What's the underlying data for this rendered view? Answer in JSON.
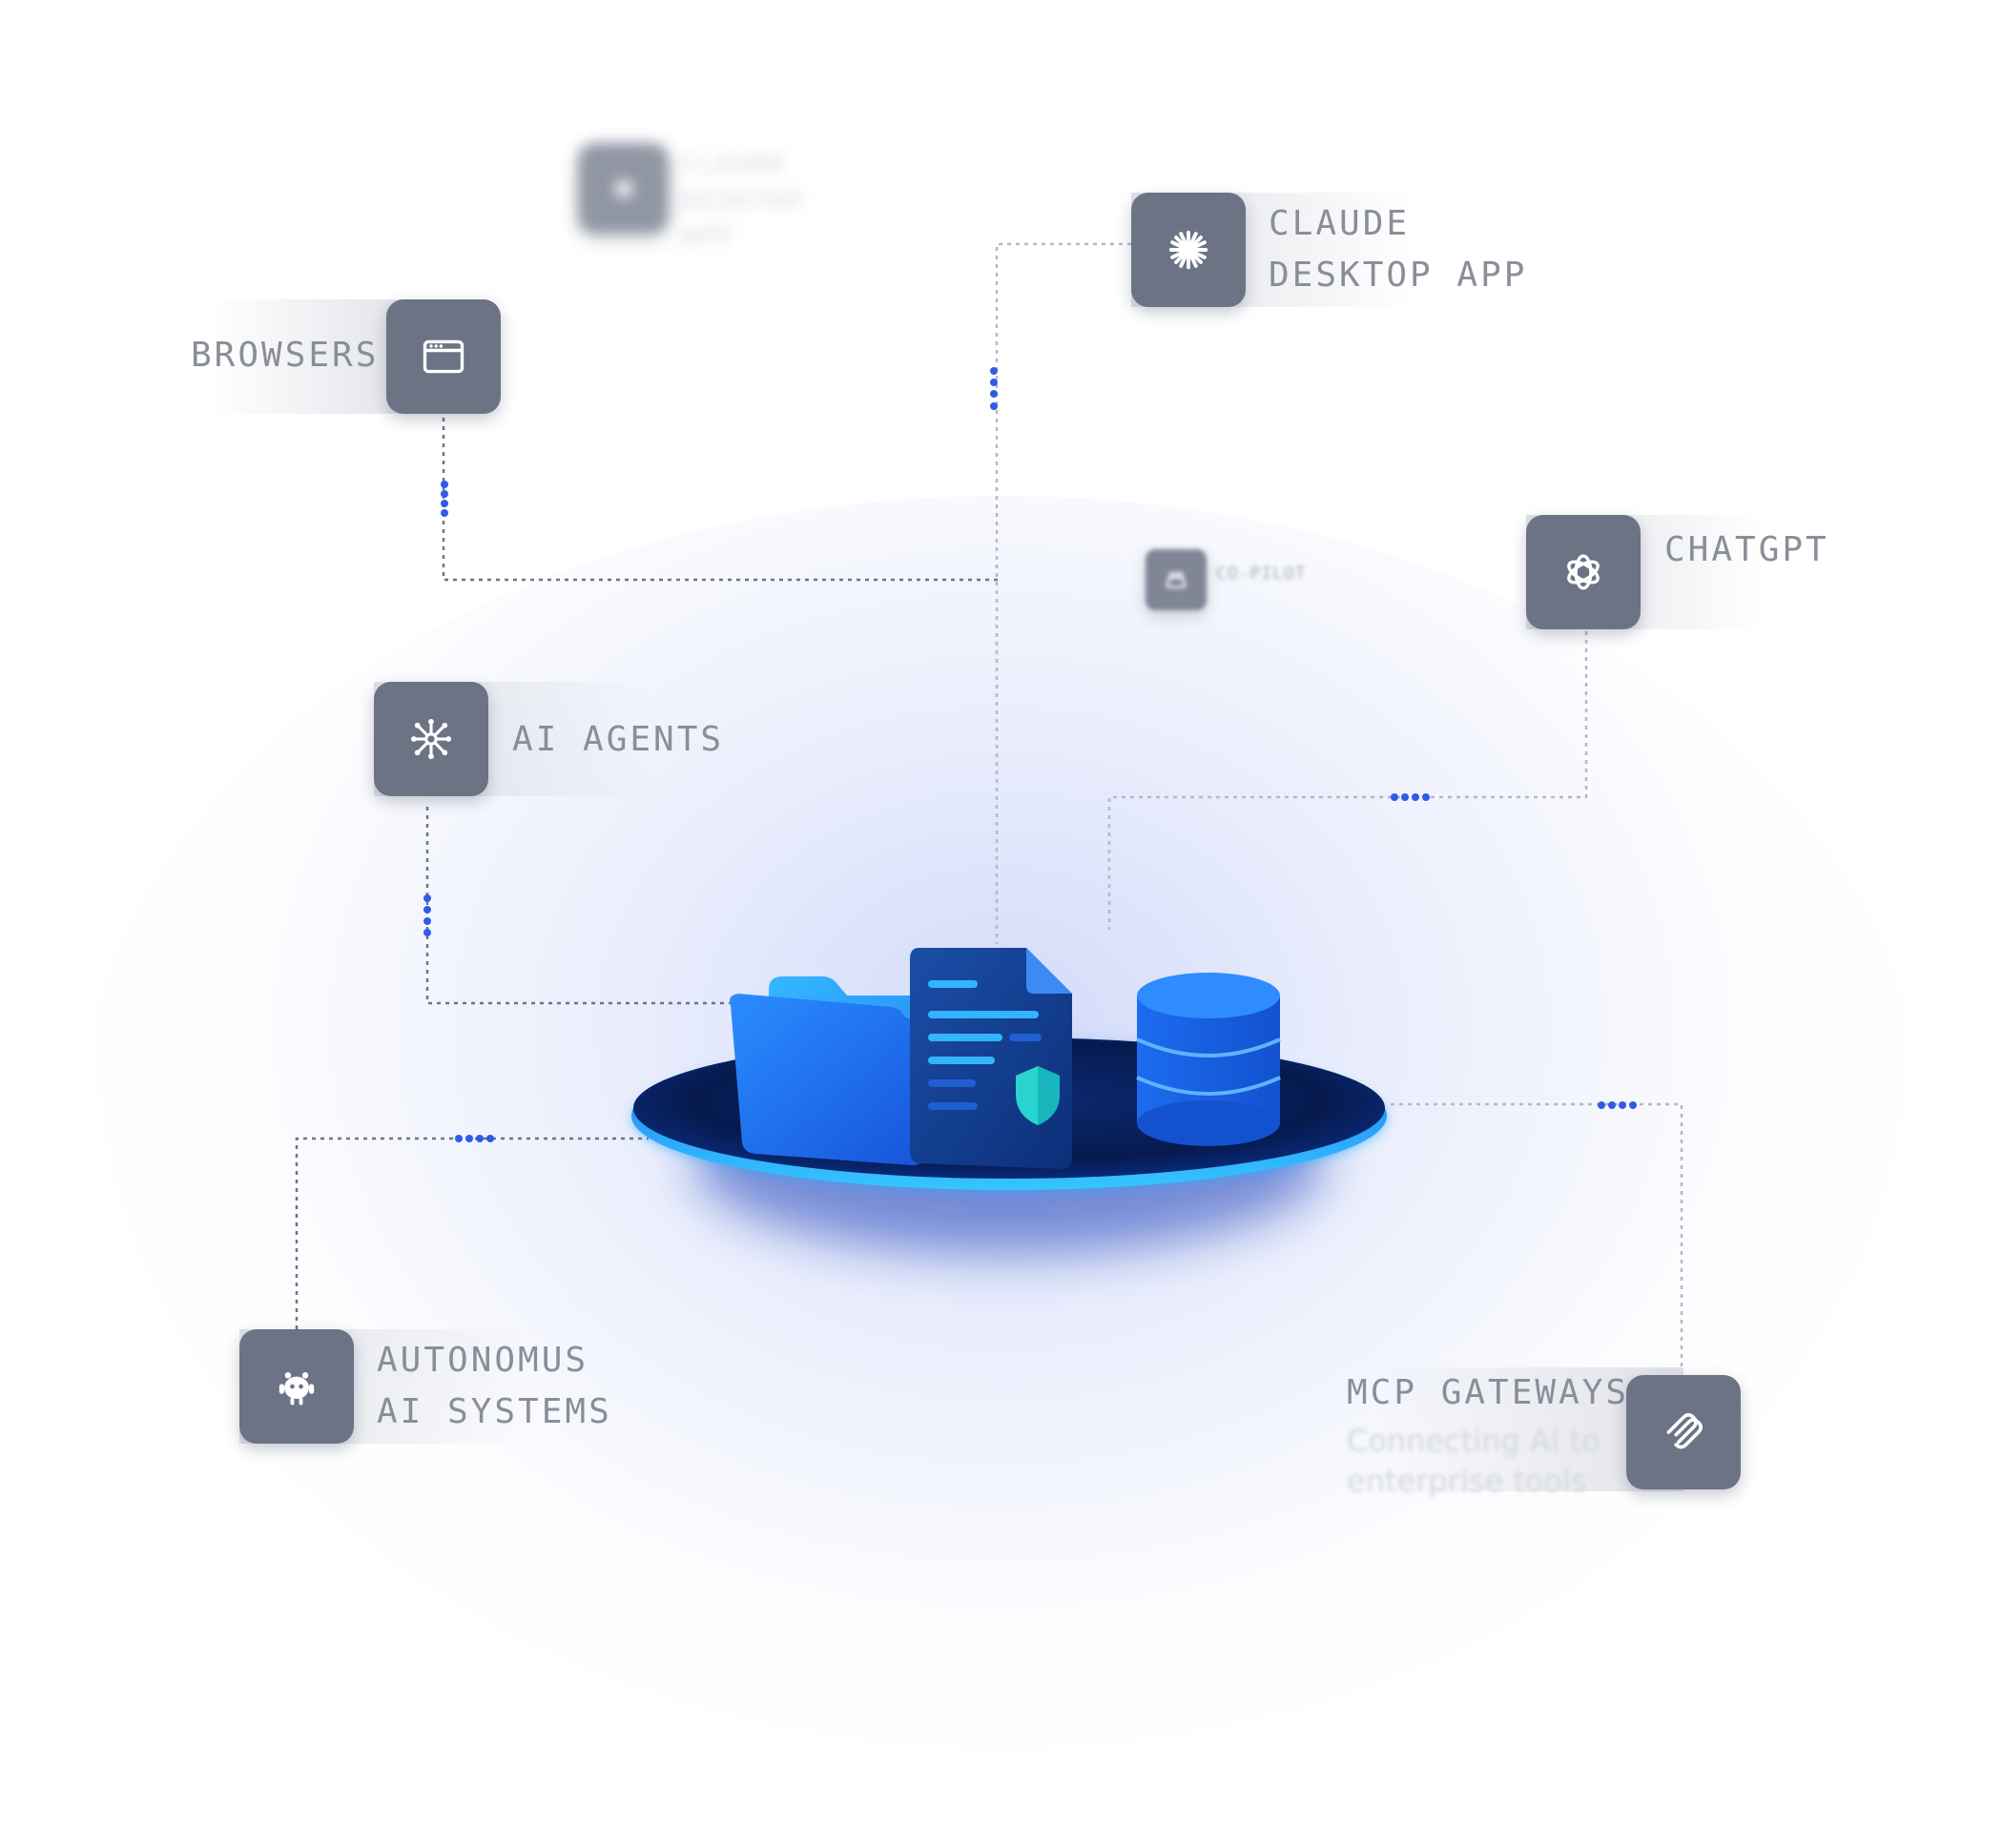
{
  "nodes": {
    "claude_ghost": {
      "label": "CLAUDE\nDESKTOP APP",
      "icon": "claude-sparkle-icon"
    },
    "claude": {
      "label": "CLAUDE\nDESKTOP APP",
      "icon": "claude-sparkle-icon"
    },
    "browsers": {
      "label": "BROWSERS",
      "icon": "browser-window-icon"
    },
    "copilot": {
      "label": "CO-PILOT",
      "icon": "copilot-icon"
    },
    "chatgpt": {
      "label": "CHATGPT",
      "icon": "openai-knot-icon"
    },
    "ai_agents": {
      "label": "AI AGENTS",
      "icon": "network-hub-icon"
    },
    "autonomous": {
      "label": "AUTONOMUS\nAI SYSTEMS",
      "icon": "robot-icon"
    },
    "mcp": {
      "label": "MCP GATEWAYS",
      "subtitle": "Connecting AI to\nenterprise tools",
      "icon": "mcp-link-icon"
    }
  },
  "center": {
    "items": [
      "folder-icon",
      "secure-document-icon",
      "database-icon"
    ]
  },
  "colors": {
    "tile": "#6c7385",
    "label": "#8a8e99",
    "connector": "#6d7486",
    "dot": "#2f5be6",
    "platform_glow": "#2aa7ff"
  }
}
